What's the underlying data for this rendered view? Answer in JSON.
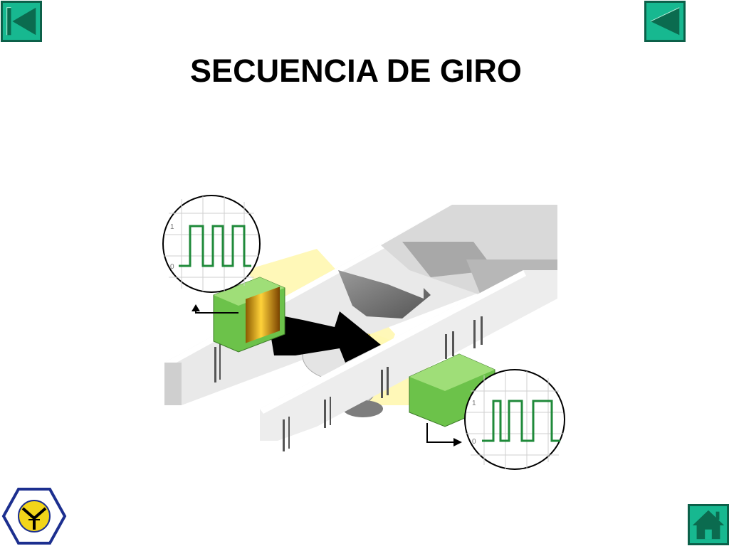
{
  "slide": {
    "title": "SECUENCIA DE GIRO"
  },
  "navigation": {
    "first_icon": "go-first-icon",
    "previous_icon": "go-previous-icon",
    "home_icon": "home-icon"
  },
  "illustration": {
    "scope_top_tick_high": "1",
    "scope_top_tick_low": "0",
    "scope_bottom_tick_high": "1",
    "scope_bottom_tick_low": "0"
  },
  "colors": {
    "button_fill": "#17b890",
    "button_icon": "#0b6b4f",
    "signal_trace": "#1f8a3a",
    "sensor_green": "#6cc24a",
    "beam_yellow": "#fff7b0",
    "logo_blue": "#1c2f8f",
    "logo_yellow": "#f2d51a"
  }
}
